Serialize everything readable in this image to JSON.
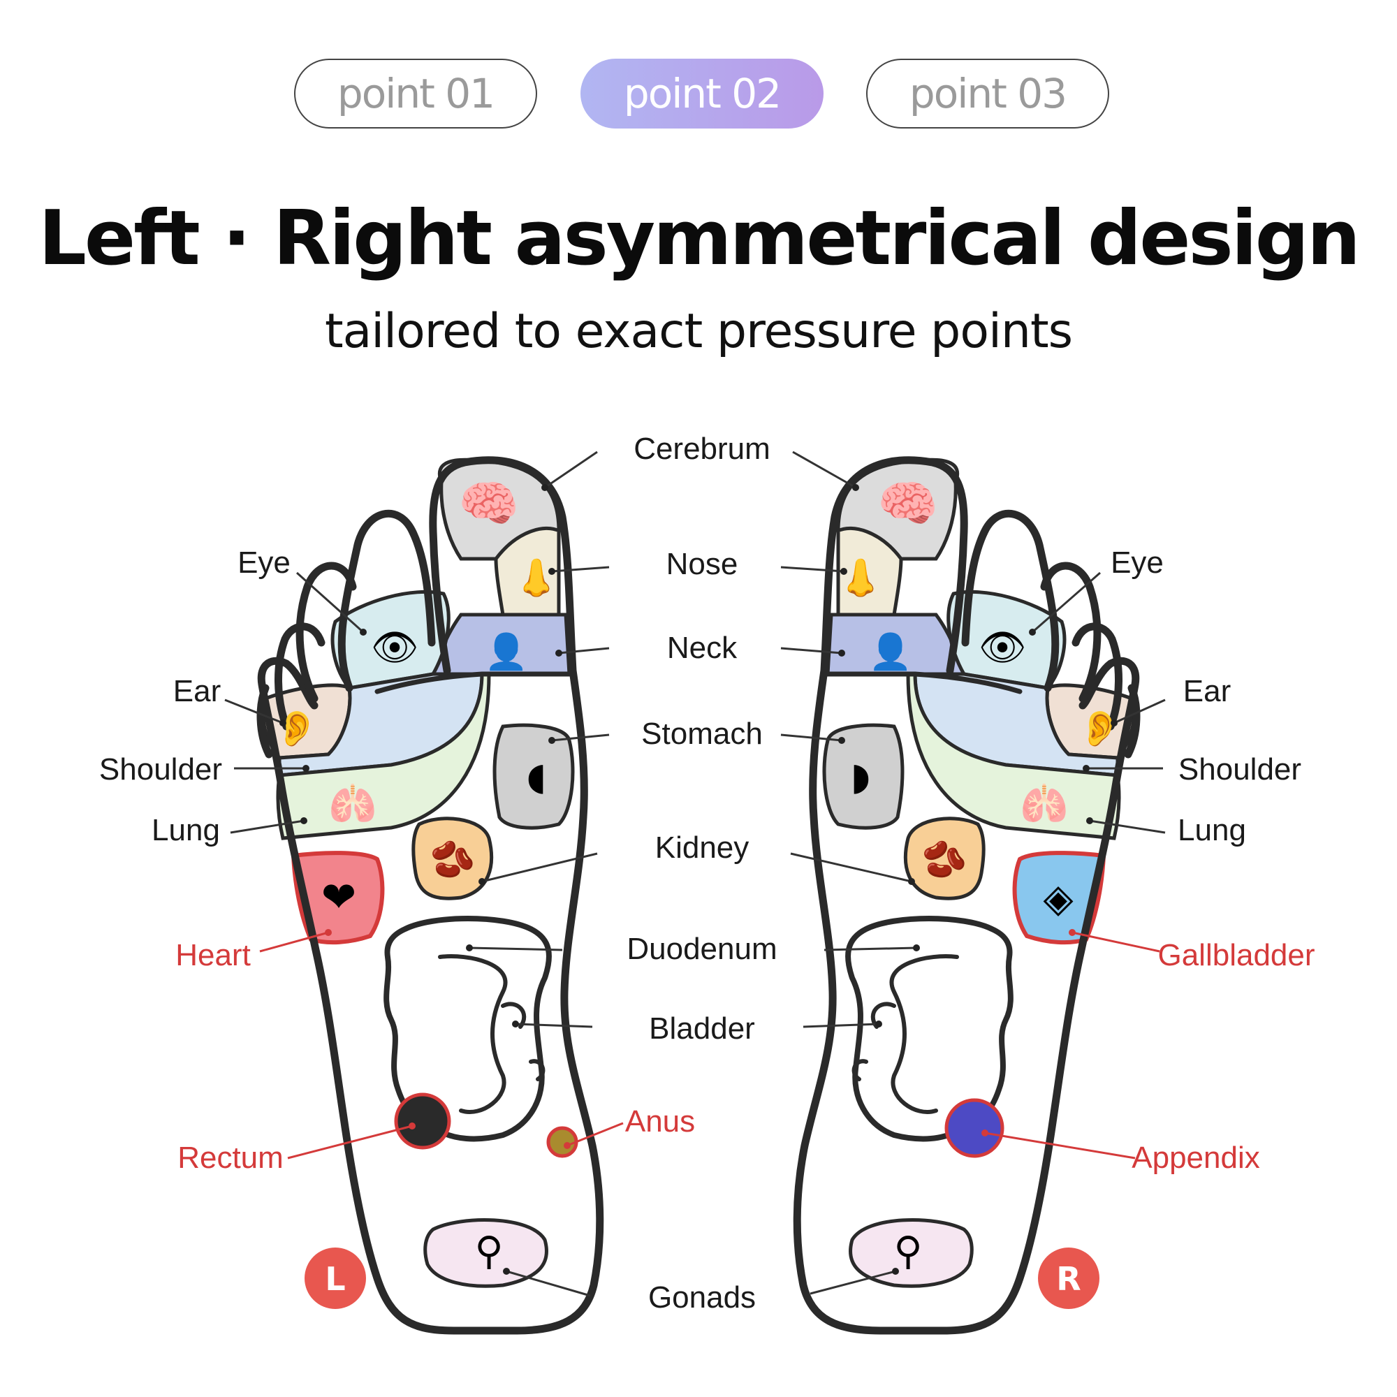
{
  "tabs": [
    {
      "label": "point 01",
      "active": false
    },
    {
      "label": "point 02",
      "active": true
    },
    {
      "label": "point 03",
      "active": false
    }
  ],
  "title": "Left · Right asymmetrical design",
  "subtitle": "tailored to exact pressure points",
  "colors": {
    "active_tab": "#b4a8ee",
    "highlight_red": "#d43a3a",
    "badge_red": "#e8574f",
    "brain": "#dcdcdc",
    "nose": "#f1ebd8",
    "neck": "#b7c0e6",
    "eye": "#d7ecef",
    "ear": "#f0e0d4",
    "shoulder": "#d4e3f3",
    "lung": "#e5f3dc",
    "stomach": "#d0d0d0",
    "kidney": "#f8cf96",
    "heart": "#f2848c",
    "gallbladder": "#89c7ee",
    "rectum": "#2a2a2a",
    "anus": "#a98b2e",
    "appendix": "#4d4ac4",
    "gonads": "#f6e6f1"
  },
  "diagram": {
    "center_labels": [
      "Cerebrum",
      "Nose",
      "Neck",
      "Stomach",
      "Kidney",
      "Duodenum",
      "Bladder",
      "Gonads"
    ],
    "left": {
      "labels": [
        "Eye",
        "Ear",
        "Shoulder",
        "Lung"
      ],
      "highlight_labels": [
        "Heart",
        "Rectum",
        "Anus"
      ],
      "badge": "L"
    },
    "right": {
      "labels": [
        "Eye",
        "Ear",
        "Shoulder",
        "Lung"
      ],
      "highlight_labels": [
        "Gallbladder",
        "Appendix"
      ],
      "badge": "R"
    }
  }
}
